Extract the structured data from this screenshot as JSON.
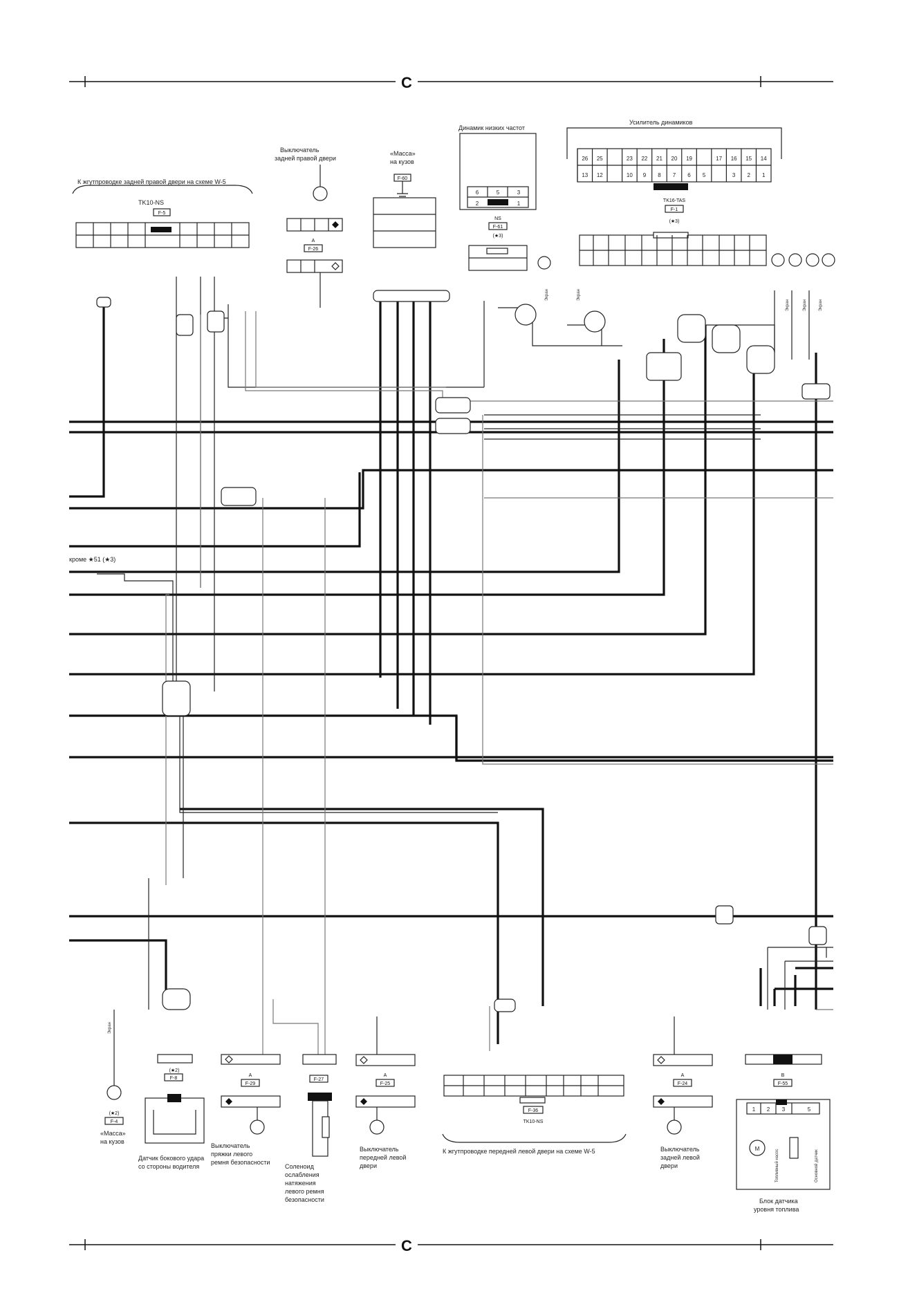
{
  "page": {
    "section_mark_top": "C",
    "section_mark_bottom": "C"
  },
  "top_left": {
    "harness_note": "К жгутпроводке задней правой двери на схеме W-5",
    "connector_name": "TK10-NS",
    "connector_code": "F-5"
  },
  "rear_right_door_switch": {
    "label_line1": "Выключатель",
    "label_line2": "задней правой двери",
    "connector_letter": "A",
    "connector_code": "F-26"
  },
  "body_ground_top": {
    "label_line1": "«Масса»",
    "label_line2": "на кузов",
    "code": "F-60"
  },
  "woofer": {
    "title": "Динамик низких частот",
    "connector_name": "NS",
    "connector_code": "F-61",
    "note": "(★3)",
    "pins_top": [
      "6",
      "5",
      "3"
    ],
    "pins_bottom": [
      "2",
      "1"
    ]
  },
  "amplifier": {
    "title": "Усилитель динамиков",
    "connector_name": "TK16-TAS",
    "connector_code": "F-1",
    "note": "(★3)",
    "pins_top": [
      "26",
      "25",
      "",
      "23",
      "22",
      "21",
      "20",
      "19",
      "",
      "17",
      "16",
      "15",
      "14"
    ],
    "pins_bottom": [
      "13",
      "12",
      "",
      "10",
      "9",
      "8",
      "7",
      "6",
      "5",
      "",
      "3",
      "2",
      "1"
    ]
  },
  "ground_labels": {
    "screen": "Экран"
  },
  "left_note": {
    "text": "кроме ★51 (★3)"
  },
  "driver_side_sensor": {
    "label_line1": "Датчик бокового удара",
    "label_line2": "со стороны водителя",
    "note": "(★2)",
    "connector_code": "F-8",
    "ground_note": "(★2)",
    "ground_code": "F-4",
    "ground_label_line1": "«Масса»",
    "ground_label_line2": "на кузов"
  },
  "left_buckle_switch": {
    "label_line1": "Выключатель",
    "label_line2": "пряжки левого",
    "label_line3": "ремня безопасности",
    "connector_letter": "A",
    "connector_code": "F-29"
  },
  "pretensioner_solenoid": {
    "label_line1": "Соленоид",
    "label_line2": "ослабления",
    "label_line3": "натяжения",
    "label_line4": "левого ремня",
    "label_line5": "безопасности",
    "connector_code": "F-27"
  },
  "front_left_door_switch": {
    "label_line1": "Выключатель",
    "label_line2": "передней левой",
    "label_line3": "двери",
    "connector_letter": "A",
    "connector_code": "F-25"
  },
  "bottom_center": {
    "connector_code": "F-36",
    "connector_name": "TK10-NS",
    "harness_note": "К жгутпроводке передней левой двери на схеме W-5"
  },
  "rear_left_door_switch": {
    "label_line1": "Выключатель",
    "label_line2": "задней левой",
    "label_line3": "двери",
    "connector_letter": "A",
    "connector_code": "F-24"
  },
  "fuel_sender": {
    "connector_code": "F-55",
    "connector_letter": "B",
    "pins": [
      "1",
      "2",
      "3",
      "5"
    ],
    "pump_label": "Топливный насос",
    "gauge_label": "Основной датчик",
    "title_line1": "Блок датчика",
    "title_line2": "уровня топлива"
  }
}
